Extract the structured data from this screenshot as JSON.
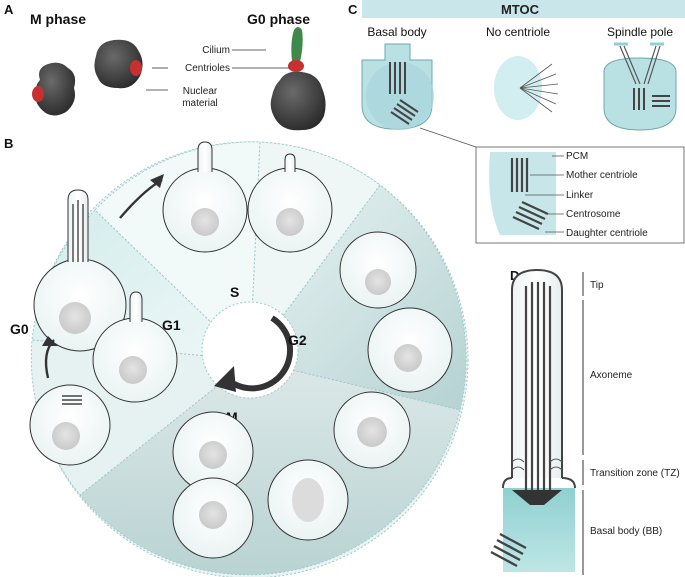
{
  "panels": {
    "a": "A",
    "b": "B",
    "c": "C",
    "d": "D"
  },
  "panel_a": {
    "m_phase": "M phase",
    "g0_phase": "G0 phase",
    "labels": [
      "Cilium",
      "Centrioles",
      "Nuclear",
      "material"
    ]
  },
  "panel_b": {
    "phases": {
      "g0": "G0",
      "g1": "G1",
      "s": "S",
      "g2": "G2",
      "m": "M"
    }
  },
  "panel_c": {
    "title": "MTOC",
    "columns": [
      "Basal body",
      "No centriole",
      "Spindle pole"
    ],
    "inset_labels": [
      "PCM",
      "Mother centriole",
      "Linker",
      "Centrosome",
      "Daughter centriole"
    ]
  },
  "panel_d": {
    "labels": [
      "Tip",
      "Axoneme",
      "Transition zone (TZ)",
      "Basal body (BB)"
    ]
  },
  "colors": {
    "teal": "#cde9e9",
    "teal_dark": "#9fd1d1",
    "mtoc_bar": "#c9e7ea",
    "centriole": "#444444",
    "cilium_green": "#3f8a4a",
    "centriole_red": "#c83030"
  }
}
